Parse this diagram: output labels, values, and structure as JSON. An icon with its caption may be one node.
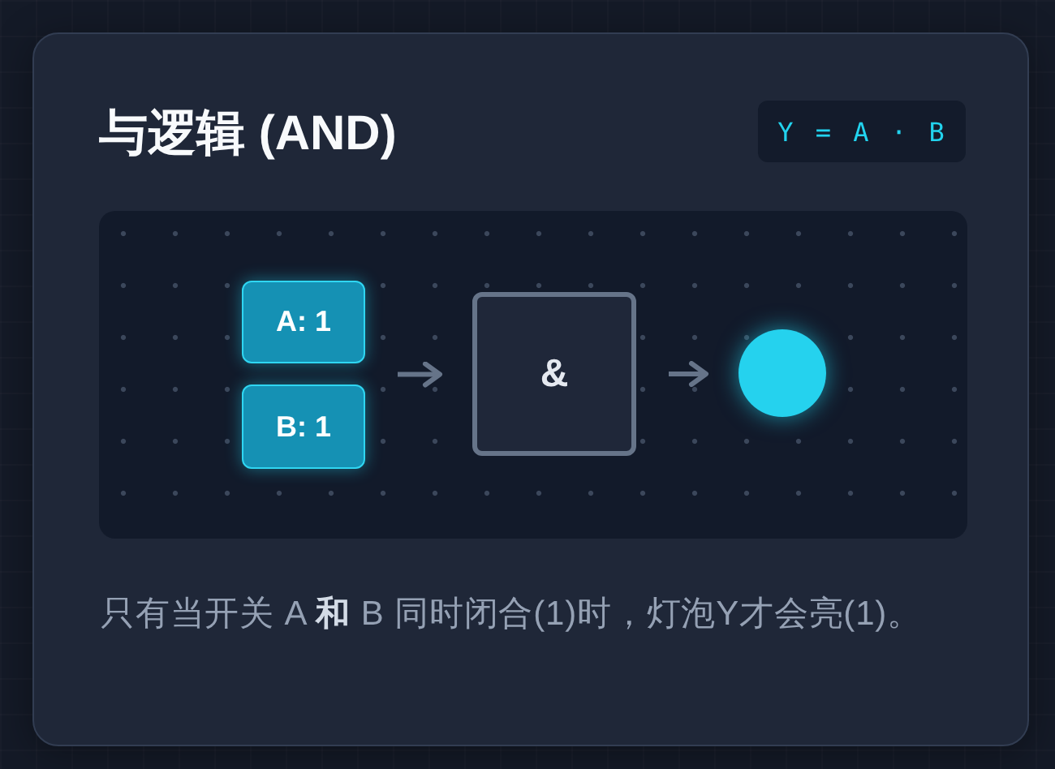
{
  "diagram": {
    "title": "与逻辑 (AND)",
    "caption": "只有当开关 A **和** B 同时闭合(1)时，灯泡Y才会亮(1)。",
    "nodes": [
      {
        "text": [
          "Y = A · B"
        ]
      },
      {
        "text": [
          "A: 1"
        ]
      },
      {
        "text": [
          "B: 1"
        ]
      },
      {
        "text": [
          "&"
        ]
      },
      {
        "text": [],
        "shape": "circle"
      }
    ],
    "edges": [
      {
        "from": 1,
        "to": 3,
        "arrow": "to"
      },
      {
        "from": 2,
        "to": 3,
        "arrow": "to"
      },
      {
        "from": 3,
        "to": 4,
        "arrow": "to"
      }
    ]
  }
}
